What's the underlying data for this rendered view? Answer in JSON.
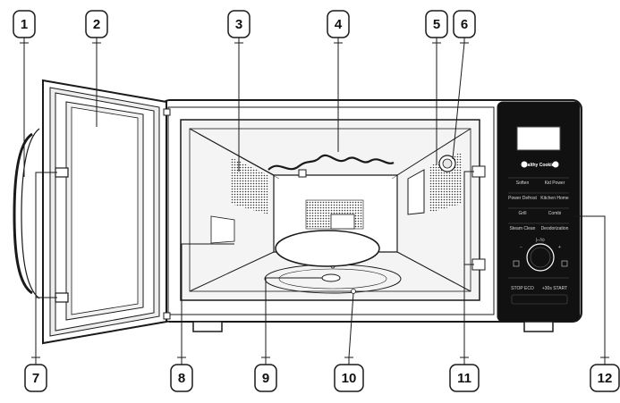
{
  "callouts": [
    {
      "label": "1"
    },
    {
      "label": "2"
    },
    {
      "label": "3"
    },
    {
      "label": "4"
    },
    {
      "label": "5"
    },
    {
      "label": "6"
    },
    {
      "label": "7"
    },
    {
      "label": "8"
    },
    {
      "label": "9"
    },
    {
      "label": "10"
    },
    {
      "label": "11"
    },
    {
      "label": "12"
    }
  ],
  "panel": {
    "header": "Healthy Cooking",
    "rows": [
      [
        "Soften",
        "Kid Power"
      ],
      [
        "Power Defrost",
        "Kitchen Home"
      ],
      [
        "Grill",
        "Combi"
      ],
      [
        "Steam Clean",
        "Deodorization"
      ]
    ],
    "dial_left": "STOP ECO",
    "dial_right": "+30s START"
  },
  "colors": {
    "line": "#1a1a1a",
    "panel": "#111111",
    "cavity": "#f4f4f4",
    "door_glass": "#ffffff"
  }
}
